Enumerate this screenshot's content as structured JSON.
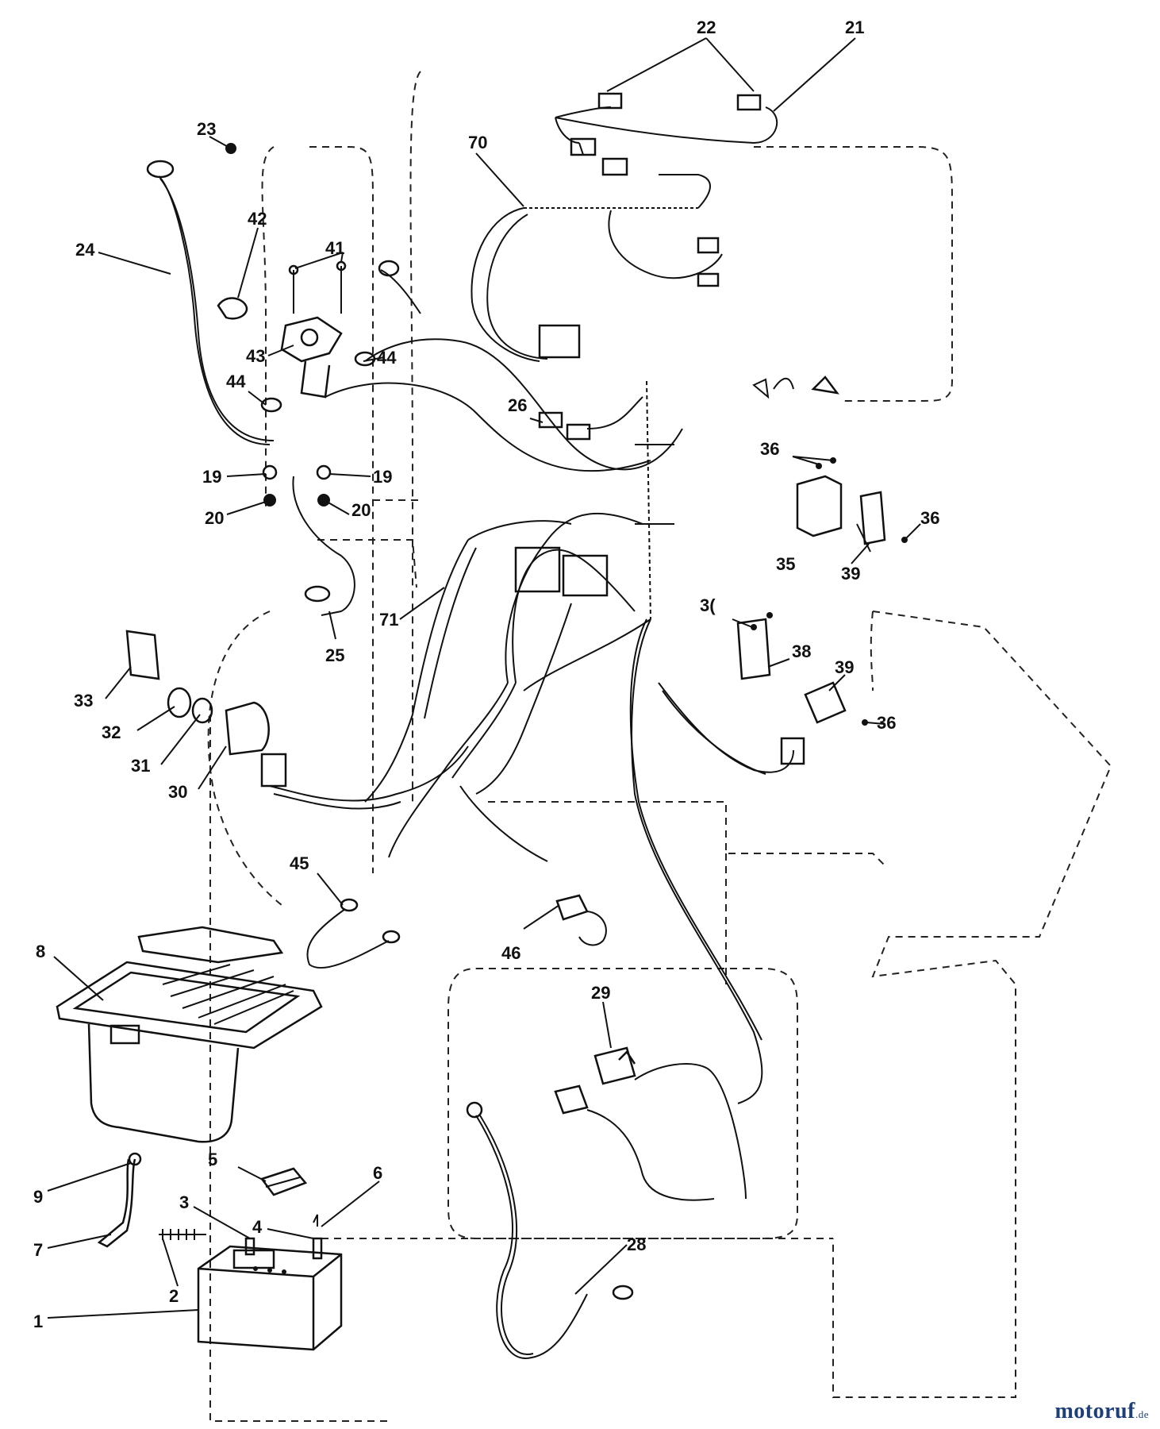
{
  "callouts": [
    {
      "id": "c1",
      "label": "1"
    },
    {
      "id": "c2",
      "label": "2"
    },
    {
      "id": "c3",
      "label": "3"
    },
    {
      "id": "c4",
      "label": "4"
    },
    {
      "id": "c5",
      "label": "5"
    },
    {
      "id": "c6",
      "label": "6"
    },
    {
      "id": "c7",
      "label": "7"
    },
    {
      "id": "c8",
      "label": "8"
    },
    {
      "id": "c9",
      "label": "9"
    },
    {
      "id": "c19a",
      "label": "19"
    },
    {
      "id": "c19b",
      "label": "19"
    },
    {
      "id": "c20a",
      "label": "20"
    },
    {
      "id": "c20b",
      "label": "20"
    },
    {
      "id": "c21",
      "label": "21"
    },
    {
      "id": "c22",
      "label": "22"
    },
    {
      "id": "c23",
      "label": "23"
    },
    {
      "id": "c24",
      "label": "24"
    },
    {
      "id": "c25",
      "label": "25"
    },
    {
      "id": "c26",
      "label": "26"
    },
    {
      "id": "c28",
      "label": "28"
    },
    {
      "id": "c29",
      "label": "29"
    },
    {
      "id": "c30",
      "label": "30"
    },
    {
      "id": "c31",
      "label": "31"
    },
    {
      "id": "c32",
      "label": "32"
    },
    {
      "id": "c33",
      "label": "33"
    },
    {
      "id": "c35",
      "label": "35"
    },
    {
      "id": "c36a",
      "label": "36"
    },
    {
      "id": "c36b",
      "label": "36"
    },
    {
      "id": "c36c",
      "label": "36"
    },
    {
      "id": "c37",
      "label": "3("
    },
    {
      "id": "c38",
      "label": "38"
    },
    {
      "id": "c39a",
      "label": "39"
    },
    {
      "id": "c39b",
      "label": "39"
    },
    {
      "id": "c41",
      "label": "41"
    },
    {
      "id": "c42",
      "label": "42"
    },
    {
      "id": "c43",
      "label": "43"
    },
    {
      "id": "c44a",
      "label": "44"
    },
    {
      "id": "c44b",
      "label": "44"
    },
    {
      "id": "c45",
      "label": "45"
    },
    {
      "id": "c46",
      "label": "46"
    },
    {
      "id": "c70",
      "label": "70"
    },
    {
      "id": "c71",
      "label": "71"
    }
  ],
  "watermark": {
    "text": "motoruf",
    "suffix": ".de",
    "color": "#1d3f7a"
  }
}
